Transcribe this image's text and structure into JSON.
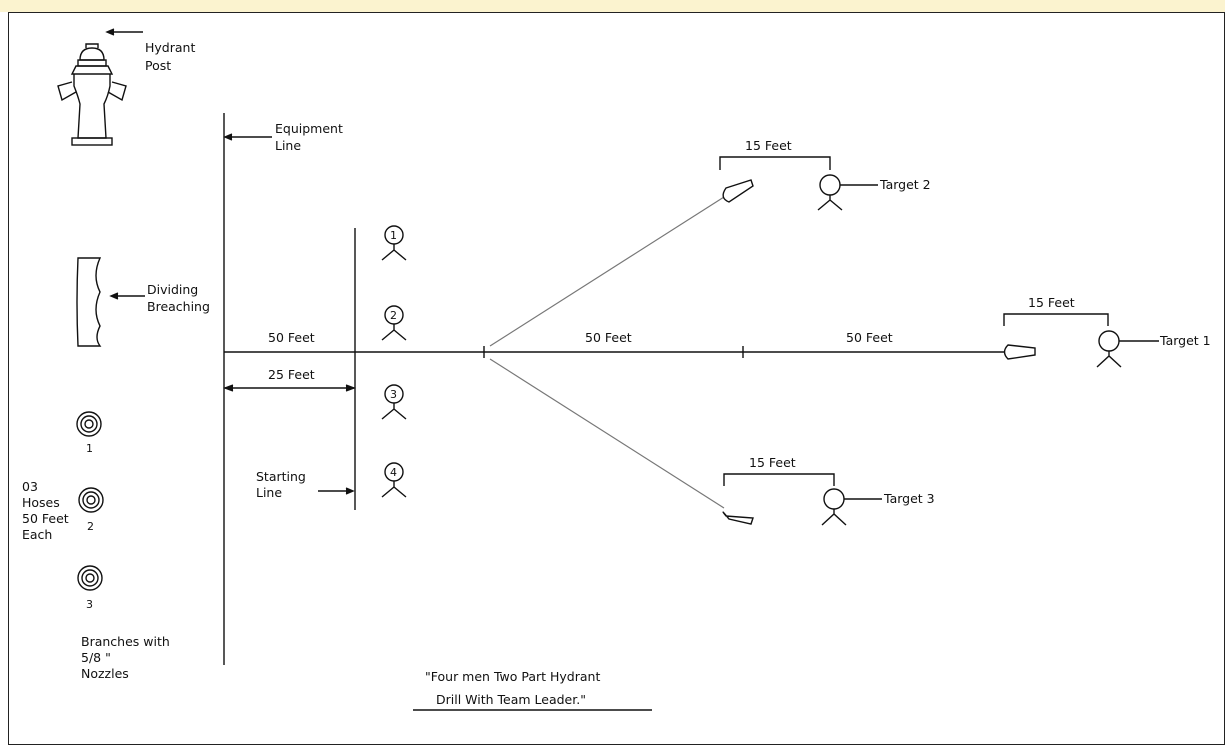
{
  "equipment": {
    "hydrant_label": [
      "Hydrant",
      "Post"
    ],
    "equipment_line_label": [
      "Equipment",
      "Line"
    ],
    "dividing_breaching_label": [
      "Dividing",
      "Breaching"
    ],
    "hoses": {
      "numbers": [
        "1",
        "2",
        "3"
      ],
      "label": [
        "03",
        "Hoses",
        "50 Feet",
        "Each"
      ]
    },
    "branches_label": [
      "Branches with",
      "5/8 \"",
      "Nozzles"
    ]
  },
  "layout_labels": {
    "starting_line_label": [
      "Starting",
      "Line"
    ],
    "dim_50_feet_a": "50 Feet",
    "dim_25_feet": "25 Feet",
    "dim_50_feet_b": "50 Feet",
    "dim_50_feet_c": "50 Feet"
  },
  "team_members": [
    "1",
    "2",
    "3",
    "4"
  ],
  "targets": {
    "target_1": {
      "label": "Target 1",
      "distance": "15 Feet"
    },
    "target_2": {
      "label": "Target 2",
      "distance": "15 Feet"
    },
    "target_3": {
      "label": "Target 3",
      "distance": "15 Feet"
    }
  },
  "caption": [
    "\"Four men Two Part  Hydrant",
    "Drill With Team Leader.\""
  ],
  "colors": {
    "stroke": "#111111",
    "line_gray": "#777777",
    "banner": "#f3e7a8"
  }
}
